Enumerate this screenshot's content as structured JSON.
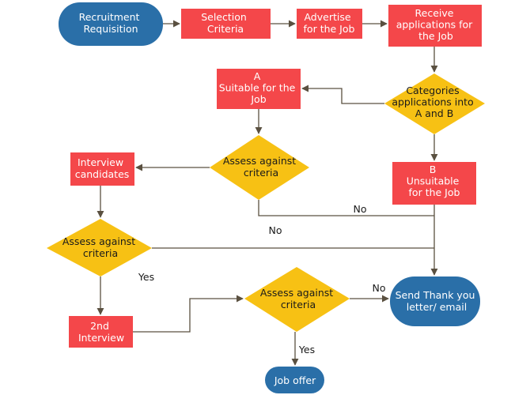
{
  "colors": {
    "terminal": "#2a6fa8",
    "process": "#f4474a",
    "decision": "#f7c114",
    "line": "#5a5040"
  },
  "nodes": {
    "recruitment": {
      "lines": [
        "Recruitment",
        "Requisition"
      ]
    },
    "selection": {
      "lines": [
        "Selection",
        "Criteria"
      ]
    },
    "advertise": {
      "lines": [
        "Advertise",
        "for the Job"
      ]
    },
    "receive": {
      "lines": [
        "Receive",
        "applications for",
        "the Job"
      ]
    },
    "categories": {
      "lines": [
        "Categories",
        "applications into",
        "A and B"
      ]
    },
    "suitable": {
      "lines": [
        "A",
        "Suitable for the",
        "Job"
      ]
    },
    "unsuitable": {
      "lines": [
        "B",
        "Unsuitable",
        "for the Job"
      ]
    },
    "assess1": {
      "lines": [
        "Assess against",
        "criteria"
      ]
    },
    "interview": {
      "lines": [
        "Interview",
        "candidates"
      ]
    },
    "assess2": {
      "lines": [
        "Assess against",
        "criteria"
      ]
    },
    "second_interview": {
      "lines": [
        "2nd",
        "Interview"
      ]
    },
    "assess3": {
      "lines": [
        "Assess against",
        "criteria"
      ]
    },
    "thankyou": {
      "lines": [
        "Send Thank you",
        "letter/ email"
      ]
    },
    "joboffer": {
      "lines": [
        "Job offer"
      ]
    }
  },
  "edge_labels": {
    "no_upper": "No",
    "no_lower": "No",
    "yes_assess2": "Yes",
    "no_assess3": "No",
    "yes_assess3": "Yes"
  }
}
